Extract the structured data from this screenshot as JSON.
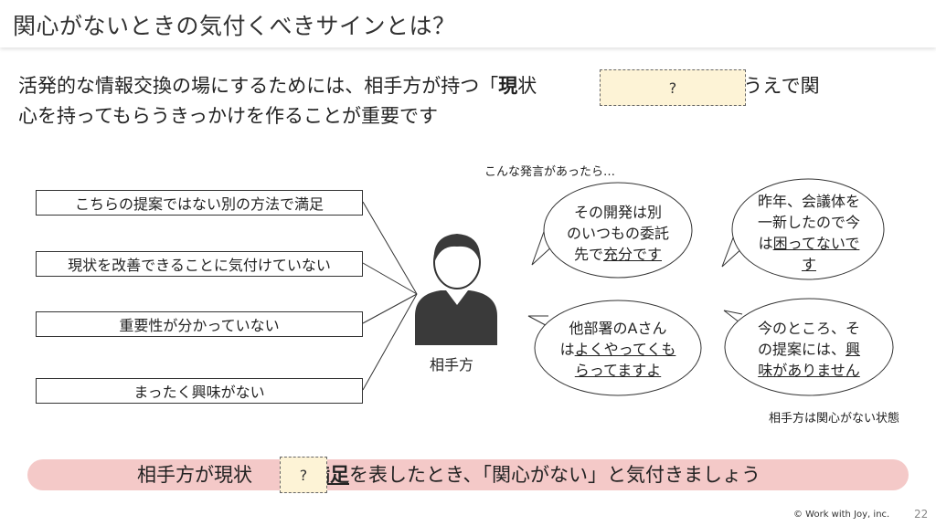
{
  "header": {
    "title": "関心がないときの気付くべきサインとは？"
  },
  "lead": {
    "line1_before": "活発的な情報交換の場にするためには、相手方が持つ「",
    "line1_bold": "現",
    "line1_hidden": "状",
    "line1_after": "理解したうえで関",
    "line2": "心を持ってもらうきっかけを作ることが重要です"
  },
  "quiz_marker": "?",
  "reasons": [
    "こちらの提案ではない別の方法で満足",
    "現状を改善できることに気付けていない",
    "重要性が分かっていない",
    "まったく興味がない"
  ],
  "person_label": "相手方",
  "speech_caption": "こんな発言があったら…",
  "bubbles": [
    {
      "pre": "その開発は別\nのいつもの委託\n先で",
      "emph": "充分です",
      "post": ""
    },
    {
      "pre": "昨年、会議体を\n一新したので今\nは",
      "emph": "困ってないで\nす",
      "post": ""
    },
    {
      "pre": "他部署のAさん\nは",
      "emph": "よくやってくも\nらってますよ",
      "post": ""
    },
    {
      "pre": "今のところ、そ\nの提案には、",
      "emph": "興\n味がありません",
      "post": ""
    }
  ],
  "bubble_footnote": "相手方は関心がない状態",
  "banner": {
    "before": "相手方が現状",
    "bold": "満足",
    "after": "を表したとき、「関心がない」と気付きましょう"
  },
  "footer": {
    "copyright": "© Work with Joy, inc.",
    "page": "22"
  }
}
